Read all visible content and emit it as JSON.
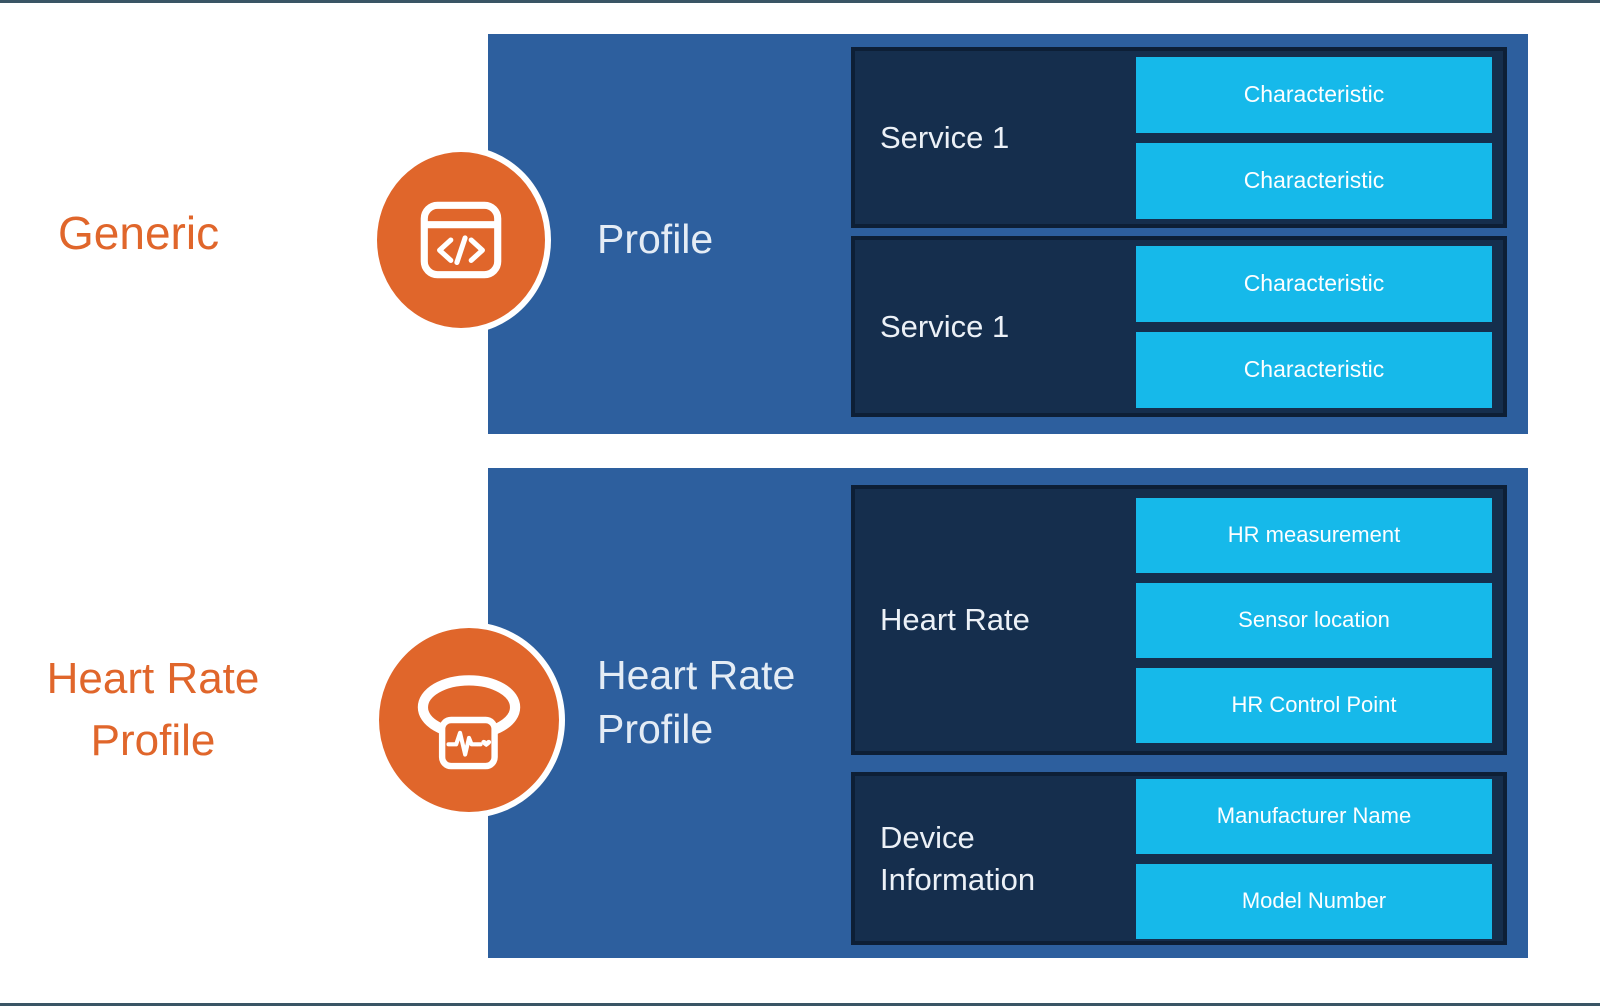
{
  "page": {
    "background": "#ffffff",
    "frame_line_color": "#3a5565"
  },
  "colors": {
    "accent_orange": "#e0662b",
    "profile_blue": "#2d5f9e",
    "service_navy": "#152e4d",
    "service_border": "#0d1f36",
    "characteristic_cyan": "#16b9ea",
    "title_text": "#e4ecf5"
  },
  "generic_section": {
    "label": "Generic",
    "icon": "code-window-icon",
    "profile_title": "Profile",
    "services": [
      {
        "name": "Service 1",
        "characteristics": [
          "Characteristic",
          "Characteristic"
        ]
      },
      {
        "name": "Service 1",
        "characteristics": [
          "Characteristic",
          "Characteristic"
        ]
      }
    ]
  },
  "heart_rate_section": {
    "label": "Heart Rate Profile",
    "icon": "fitness-band-icon",
    "profile_title": "Heart Rate Profile",
    "services": [
      {
        "name": "Heart Rate",
        "characteristics": [
          "HR measurement",
          "Sensor location",
          "HR Control Point"
        ]
      },
      {
        "name": "Device Information",
        "characteristics": [
          "Manufacturer Name",
          "Model Number"
        ]
      }
    ]
  }
}
